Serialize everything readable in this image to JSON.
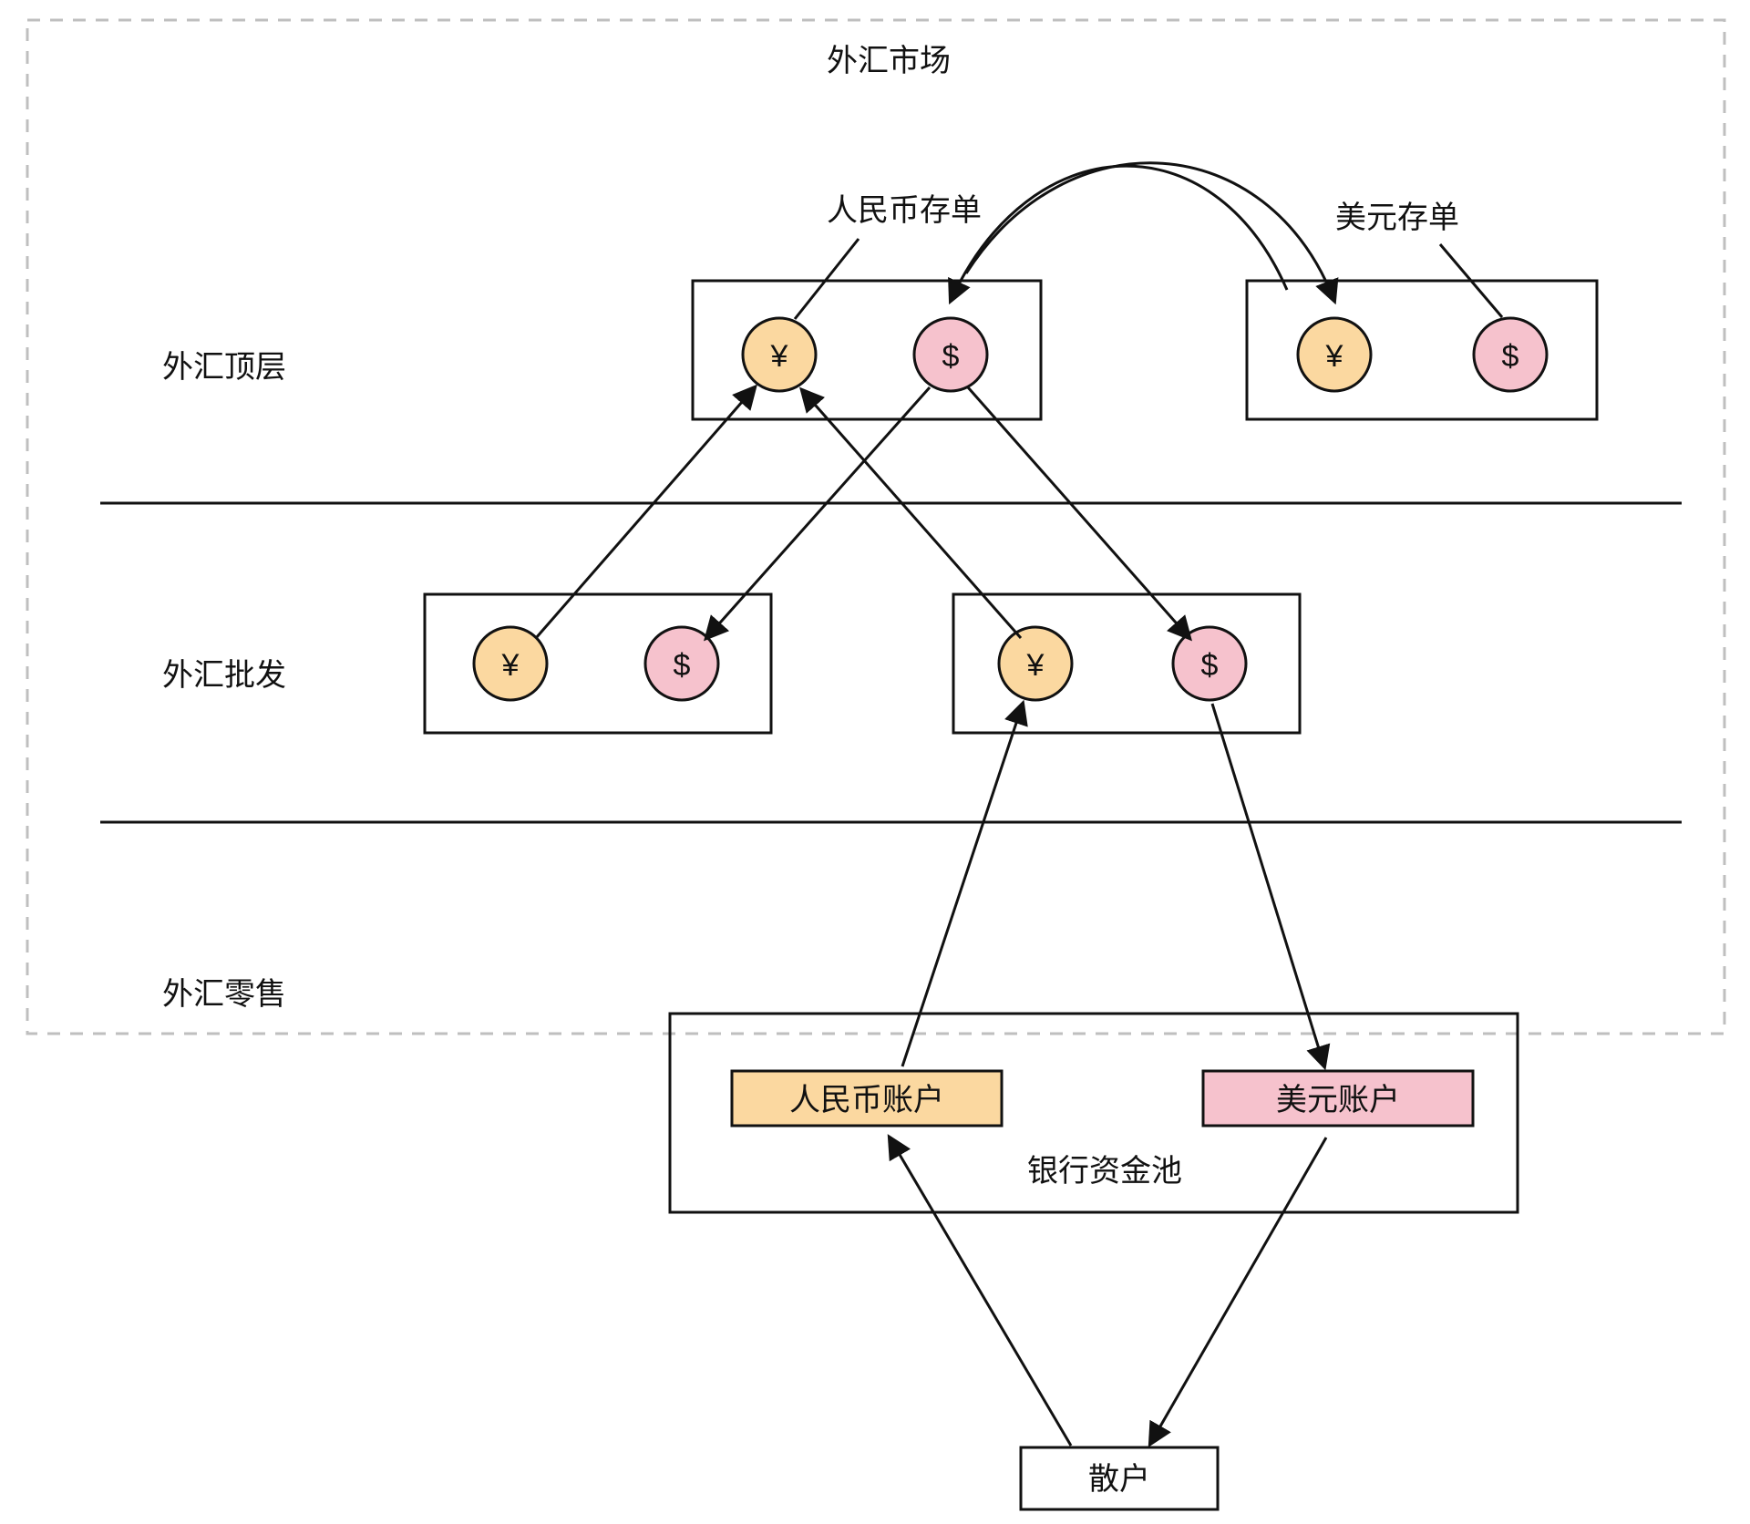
{
  "diagram": {
    "title": "外汇市场",
    "outer_border_style": "dashed",
    "colors": {
      "cny": "#fbd8a0",
      "usd": "#f6c2cd",
      "stroke": "#111111",
      "dashed_border": "#bfbfbf",
      "background": "#ffffff"
    },
    "tiers": [
      {
        "id": "top",
        "label": "外汇顶层"
      },
      {
        "id": "wholesale",
        "label": "外汇批发"
      },
      {
        "id": "retail",
        "label": "外汇零售"
      }
    ],
    "annotations": [
      {
        "id": "cny-cd",
        "label": "人民币存单"
      },
      {
        "id": "usd-cd",
        "label": "美元存单"
      }
    ],
    "top_tier": {
      "groups": [
        {
          "id": "top-bank-a",
          "nodes": [
            {
              "currency": "CNY",
              "symbol": "¥"
            },
            {
              "currency": "USD",
              "symbol": "$"
            }
          ]
        },
        {
          "id": "top-bank-b",
          "nodes": [
            {
              "currency": "CNY",
              "symbol": "¥"
            },
            {
              "currency": "USD",
              "symbol": "$"
            }
          ]
        }
      ]
    },
    "wholesale_tier": {
      "groups": [
        {
          "id": "ws-bank-a",
          "nodes": [
            {
              "currency": "CNY",
              "symbol": "¥"
            },
            {
              "currency": "USD",
              "symbol": "$"
            }
          ]
        },
        {
          "id": "ws-bank-b",
          "nodes": [
            {
              "currency": "CNY",
              "symbol": "¥"
            },
            {
              "currency": "USD",
              "symbol": "$"
            }
          ]
        }
      ]
    },
    "retail_tier": {
      "pool_label": "银行资金池",
      "accounts": [
        {
          "id": "cny-account",
          "label": "人民币账户",
          "color": "#fbd8a0"
        },
        {
          "id": "usd-account",
          "label": "美元账户",
          "color": "#f6c2cd"
        }
      ]
    },
    "retail_customer": {
      "label": "散户"
    }
  }
}
